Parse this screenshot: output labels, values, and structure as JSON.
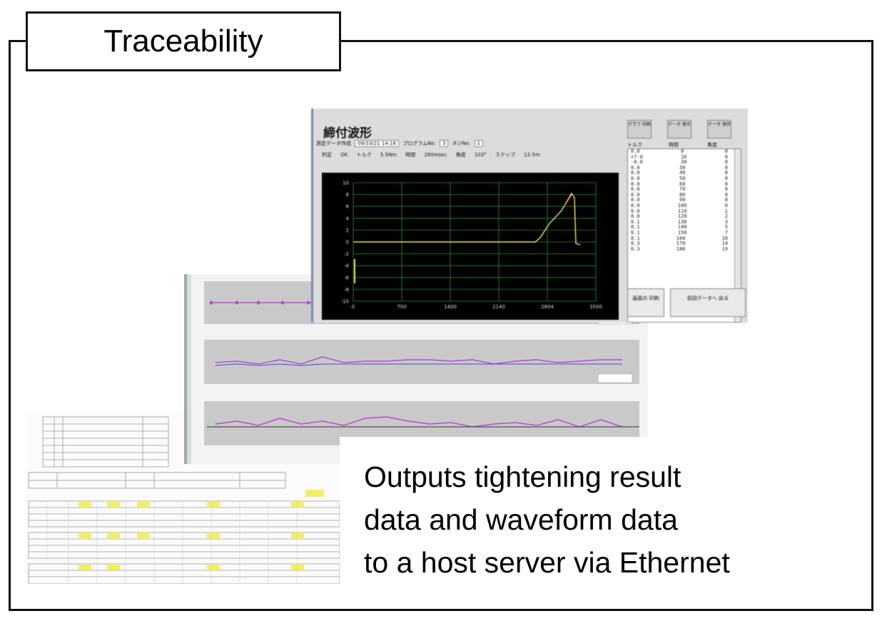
{
  "title": "Traceability",
  "caption": {
    "line1": "Outputs tightening result",
    "line2": "data and waveform data",
    "line3": "to a host server via Ethernet"
  },
  "waveform_window": {
    "title": "締付波形",
    "info_label": "測定データ作成",
    "date": "09/10/21 14:16",
    "program_label": "プログラムNo.",
    "program_no": "3",
    "screw_label": "ネジNo.",
    "screw_no": "1",
    "stats": {
      "judge_label": "判定",
      "judge": "OK",
      "torque_label": "トルク",
      "torque": "5.5Nm",
      "time_label": "時間",
      "time": "280msec",
      "angle_label": "角度",
      "angle": "103°",
      "step_label": "ステップ",
      "step": "12.5m"
    },
    "buttons": {
      "graph": "グラフ 印刷",
      "data_display": "データ 表示",
      "data_save": "データ 保存",
      "print_screen": "画面の 印刷",
      "load": "前回データへ 戻る"
    },
    "columns": [
      "トルク",
      "時間",
      "角度"
    ],
    "rows": [
      [
        "0.0",
        "0",
        "0"
      ],
      [
        "+7.0",
        "10",
        "0"
      ],
      [
        "-0.0",
        "20",
        "0"
      ],
      [
        "0.0",
        "30",
        "0"
      ],
      [
        "0.0",
        "40",
        "0"
      ],
      [
        "0.0",
        "50",
        "0"
      ],
      [
        "0.0",
        "60",
        "0"
      ],
      [
        "0.0",
        "70",
        "0"
      ],
      [
        "0.0",
        "80",
        "0"
      ],
      [
        "0.0",
        "90",
        "0"
      ],
      [
        "0.0",
        "100",
        "0"
      ],
      [
        "0.0",
        "110",
        "1"
      ],
      [
        "0.0",
        "120",
        "2"
      ],
      [
        "0.1",
        "130",
        "3"
      ],
      [
        "0.1",
        "140",
        "5"
      ],
      [
        "0.1",
        "150",
        "7"
      ],
      [
        "0.1",
        "160",
        "10"
      ],
      [
        "0.3",
        "170",
        "14"
      ],
      [
        "0.3",
        "180",
        "19"
      ]
    ],
    "x_ticks": [
      "0",
      "700",
      "1400",
      "2140",
      "2804",
      "3500"
    ],
    "y_ticks": [
      "10",
      "8",
      "6",
      "4",
      "2",
      "0",
      "-2",
      "-4",
      "-6",
      "-8",
      "-10"
    ],
    "colors": {
      "graph_bg": "#000000",
      "grid": "#2f8f2f",
      "curve": "#e8e870",
      "curve_accent": "#ff6060"
    }
  }
}
